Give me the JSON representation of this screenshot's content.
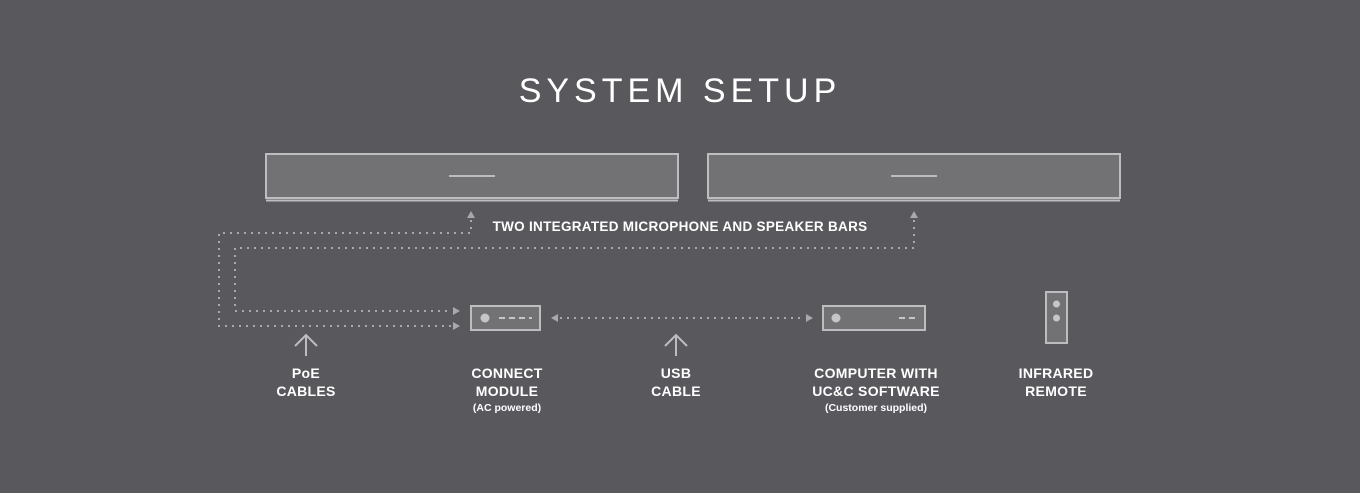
{
  "title": "SYSTEM SETUP",
  "bars_label": "TWO INTEGRATED MICROPHONE AND SPEAKER BARS",
  "components": [
    {
      "name": "poe-cables",
      "line1": "PoE",
      "line2": "CABLES"
    },
    {
      "name": "connect-module",
      "line1": "CONNECT",
      "line2": "MODULE",
      "note": "(AC powered)"
    },
    {
      "name": "usb-cable",
      "line1": "USB",
      "line2": "CABLE"
    },
    {
      "name": "computer",
      "line1": "COMPUTER WITH",
      "line2": "UC&C SOFTWARE",
      "note": "(Customer supplied)"
    },
    {
      "name": "infrared-remote",
      "line1": "INFRARED",
      "line2": "REMOTE"
    }
  ],
  "colors": {
    "background": "#59585d",
    "device_fill": "#727174",
    "outline": "#bdbcbf",
    "dots": "#a9a8ab"
  }
}
